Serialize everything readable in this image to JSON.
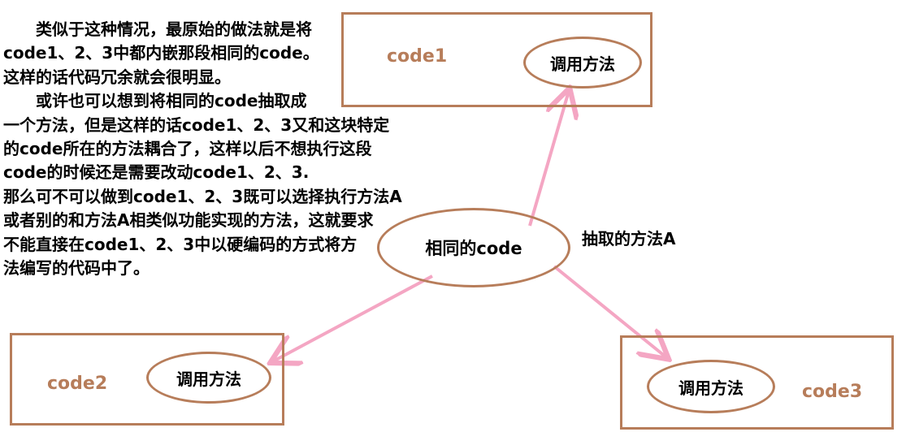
{
  "paragraph": {
    "lines": [
      "　　类似于这种情况，最原始的做法就是将",
      "code1、2、3中都内嵌那段相同的code。",
      "这样的话代码冗余就会很明显。",
      "　　或许也可以想到将相同的code抽取成",
      "一个方法，但是这样的话code1、2、3又和这块特定",
      "的code所在的方法耦合了，这样以后不想执行这段",
      "code的时候还是需要改动code1、2、3.",
      "那么可不可以做到code1、2、3既可以选择执行方法A",
      "或者别的和方法A相类似功能实现的方法，这就要求",
      "不能直接在code1、2、3中以硬编码的方式将方",
      "法编写的代码中了。"
    ]
  },
  "center": {
    "label": "相同的code"
  },
  "extract_label": "抽取的方法A",
  "boxes": {
    "code1": {
      "label": "code1",
      "method": "调用方法"
    },
    "code2": {
      "label": "code2",
      "method": "调用方法"
    },
    "code3": {
      "label": "code3",
      "method": "调用方法"
    }
  },
  "colors": {
    "box": "#b77d5a",
    "arrow": "#f4a6c3",
    "text": "#000000"
  }
}
